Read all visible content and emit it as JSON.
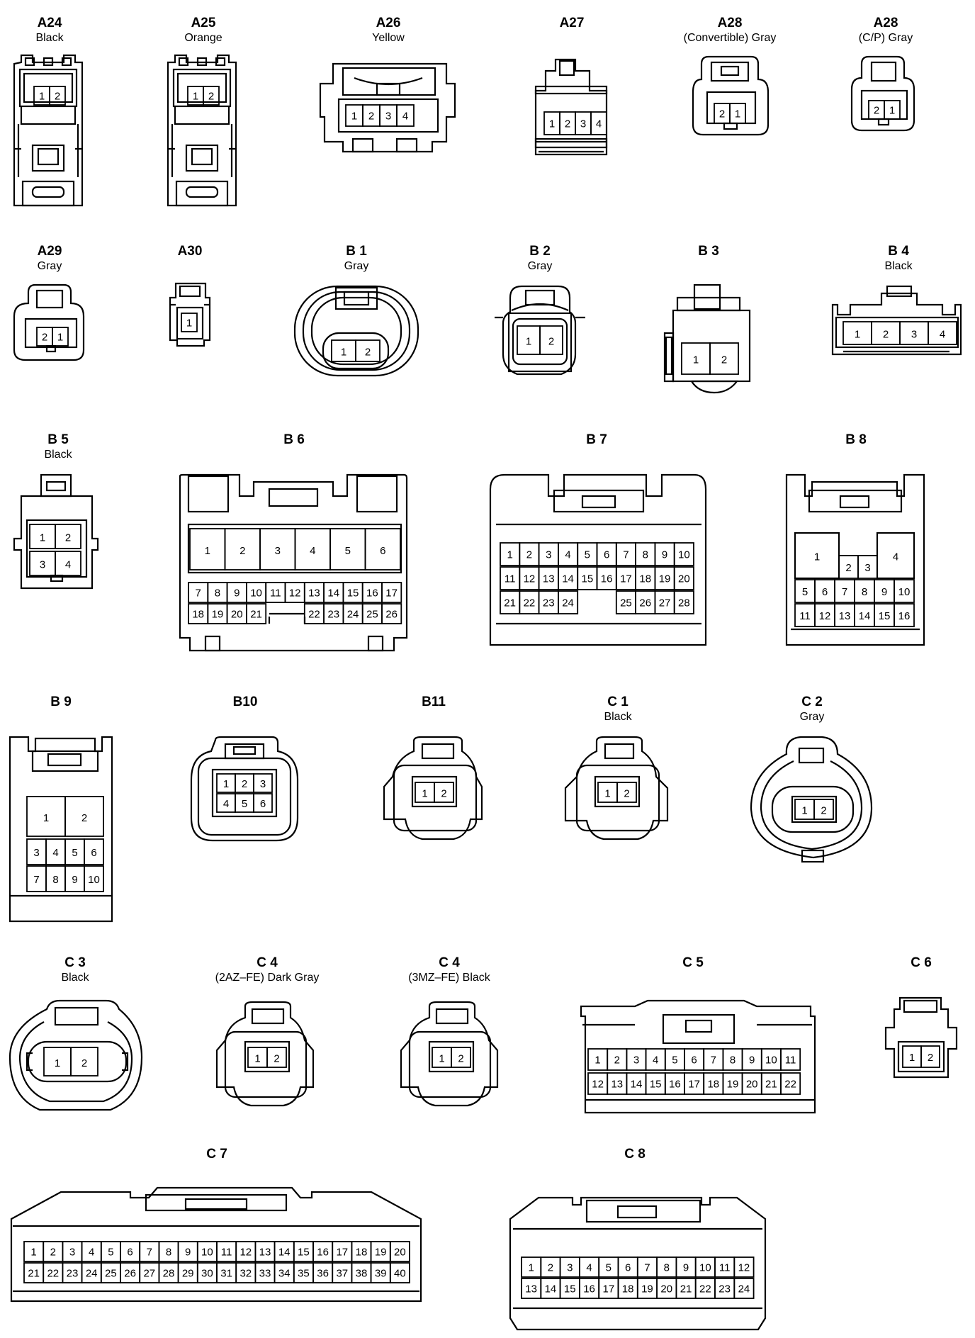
{
  "connectors": [
    {
      "id": "A24",
      "code": "A24",
      "subtitle": "Black",
      "pins": [
        [
          "1",
          "2"
        ]
      ]
    },
    {
      "id": "A25",
      "code": "A25",
      "subtitle": "Orange",
      "pins": [
        [
          "1",
          "2"
        ]
      ]
    },
    {
      "id": "A26",
      "code": "A26",
      "subtitle": "Yellow",
      "pins": [
        [
          "1",
          "2",
          "3",
          "4"
        ]
      ]
    },
    {
      "id": "A27",
      "code": "A27",
      "subtitle": "",
      "pins": [
        [
          "1",
          "2",
          "3",
          "4"
        ]
      ]
    },
    {
      "id": "A28a",
      "code": "A28",
      "subtitle": "(Convertible)  Gray",
      "pins": [
        [
          "2",
          "1"
        ]
      ]
    },
    {
      "id": "A28b",
      "code": "A28",
      "subtitle": "(C/P)  Gray",
      "pins": [
        [
          "2",
          "1"
        ]
      ]
    },
    {
      "id": "A29",
      "code": "A29",
      "subtitle": "Gray",
      "pins": [
        [
          "2",
          "1"
        ]
      ]
    },
    {
      "id": "A30",
      "code": "A30",
      "subtitle": "",
      "pins": [
        [
          "1"
        ]
      ]
    },
    {
      "id": "B1",
      "code": "B 1",
      "subtitle": "Gray",
      "pins": [
        [
          "1",
          "2"
        ]
      ]
    },
    {
      "id": "B2",
      "code": "B 2",
      "subtitle": "Gray",
      "pins": [
        [
          "1",
          "2"
        ]
      ]
    },
    {
      "id": "B3",
      "code": "B 3",
      "subtitle": "",
      "pins": [
        [
          "1",
          "2"
        ]
      ]
    },
    {
      "id": "B4",
      "code": "B 4",
      "subtitle": "Black",
      "pins": [
        [
          "1",
          "2",
          "3",
          "4"
        ]
      ]
    },
    {
      "id": "B5",
      "code": "B 5",
      "subtitle": "Black",
      "pins": [
        [
          "1",
          "2"
        ],
        [
          "3",
          "4"
        ]
      ]
    },
    {
      "id": "B6",
      "code": "B 6",
      "subtitle": "",
      "pins": [
        [
          "1",
          "2",
          "3",
          "4",
          "5",
          "6"
        ],
        [
          "7",
          "8",
          "9",
          "10",
          "11",
          "12",
          "13",
          "14",
          "15",
          "16",
          "17"
        ],
        [
          "18",
          "19",
          "20",
          "21",
          "",
          "",
          "22",
          "23",
          "24",
          "25",
          "26"
        ]
      ]
    },
    {
      "id": "B7",
      "code": "B 7",
      "subtitle": "",
      "pins": [
        [
          "1",
          "2",
          "3",
          "4",
          "5",
          "6",
          "7",
          "8",
          "9",
          "10"
        ],
        [
          "11",
          "12",
          "13",
          "14",
          "15",
          "16",
          "17",
          "18",
          "19",
          "20"
        ],
        [
          "21",
          "22",
          "23",
          "24",
          "",
          "",
          "25",
          "26",
          "27",
          "28"
        ]
      ]
    },
    {
      "id": "B8",
      "code": "B 8",
      "subtitle": "",
      "pins": [
        [
          "1",
          "2",
          "3",
          "4"
        ],
        [
          "5",
          "6",
          "7",
          "8",
          "9",
          "10"
        ],
        [
          "11",
          "12",
          "13",
          "14",
          "15",
          "16"
        ]
      ]
    },
    {
      "id": "B9",
      "code": "B 9",
      "subtitle": "",
      "pins": [
        [
          "1",
          "2"
        ],
        [
          "3",
          "4",
          "5",
          "6"
        ],
        [
          "7",
          "8",
          "9",
          "10"
        ]
      ]
    },
    {
      "id": "B10",
      "code": "B10",
      "subtitle": "",
      "pins": [
        [
          "1",
          "2",
          "3"
        ],
        [
          "4",
          "5",
          "6"
        ]
      ]
    },
    {
      "id": "B11",
      "code": "B11",
      "subtitle": "",
      "pins": [
        [
          "1",
          "2"
        ]
      ]
    },
    {
      "id": "C1",
      "code": "C 1",
      "subtitle": "Black",
      "pins": [
        [
          "1",
          "2"
        ]
      ]
    },
    {
      "id": "C2",
      "code": "C 2",
      "subtitle": "Gray",
      "pins": [
        [
          "1",
          "2"
        ]
      ]
    },
    {
      "id": "C3",
      "code": "C 3",
      "subtitle": "Black",
      "pins": [
        [
          "1",
          "2"
        ]
      ]
    },
    {
      "id": "C4a",
      "code": "C 4",
      "subtitle": "(2AZ–FE)  Dark Gray",
      "pins": [
        [
          "1",
          "2"
        ]
      ]
    },
    {
      "id": "C4b",
      "code": "C 4",
      "subtitle": "(3MZ–FE)  Black",
      "pins": [
        [
          "1",
          "2"
        ]
      ]
    },
    {
      "id": "C5",
      "code": "C 5",
      "subtitle": "",
      "pins": [
        [
          "1",
          "2",
          "3",
          "4",
          "5",
          "6",
          "7",
          "8",
          "9",
          "10",
          "11"
        ],
        [
          "12",
          "13",
          "14",
          "15",
          "16",
          "17",
          "18",
          "19",
          "20",
          "21",
          "22"
        ]
      ]
    },
    {
      "id": "C6",
      "code": "C 6",
      "subtitle": "",
      "pins": [
        [
          "1",
          "2"
        ]
      ]
    },
    {
      "id": "C7",
      "code": "C 7",
      "subtitle": "",
      "pins": [
        [
          "1",
          "2",
          "3",
          "4",
          "5",
          "6",
          "7",
          "8",
          "9",
          "10",
          "11",
          "12",
          "13",
          "14",
          "15",
          "16",
          "17",
          "18",
          "19",
          "20"
        ],
        [
          "21",
          "22",
          "23",
          "24",
          "25",
          "26",
          "27",
          "28",
          "29",
          "30",
          "31",
          "32",
          "33",
          "34",
          "35",
          "36",
          "37",
          "38",
          "39",
          "40"
        ]
      ]
    },
    {
      "id": "C8",
      "code": "C 8",
      "subtitle": "",
      "pins": [
        [
          "1",
          "2",
          "3",
          "4",
          "5",
          "6",
          "7",
          "8",
          "9",
          "10",
          "11",
          "12"
        ],
        [
          "13",
          "14",
          "15",
          "16",
          "17",
          "18",
          "19",
          "20",
          "21",
          "22",
          "23",
          "24"
        ]
      ]
    }
  ]
}
